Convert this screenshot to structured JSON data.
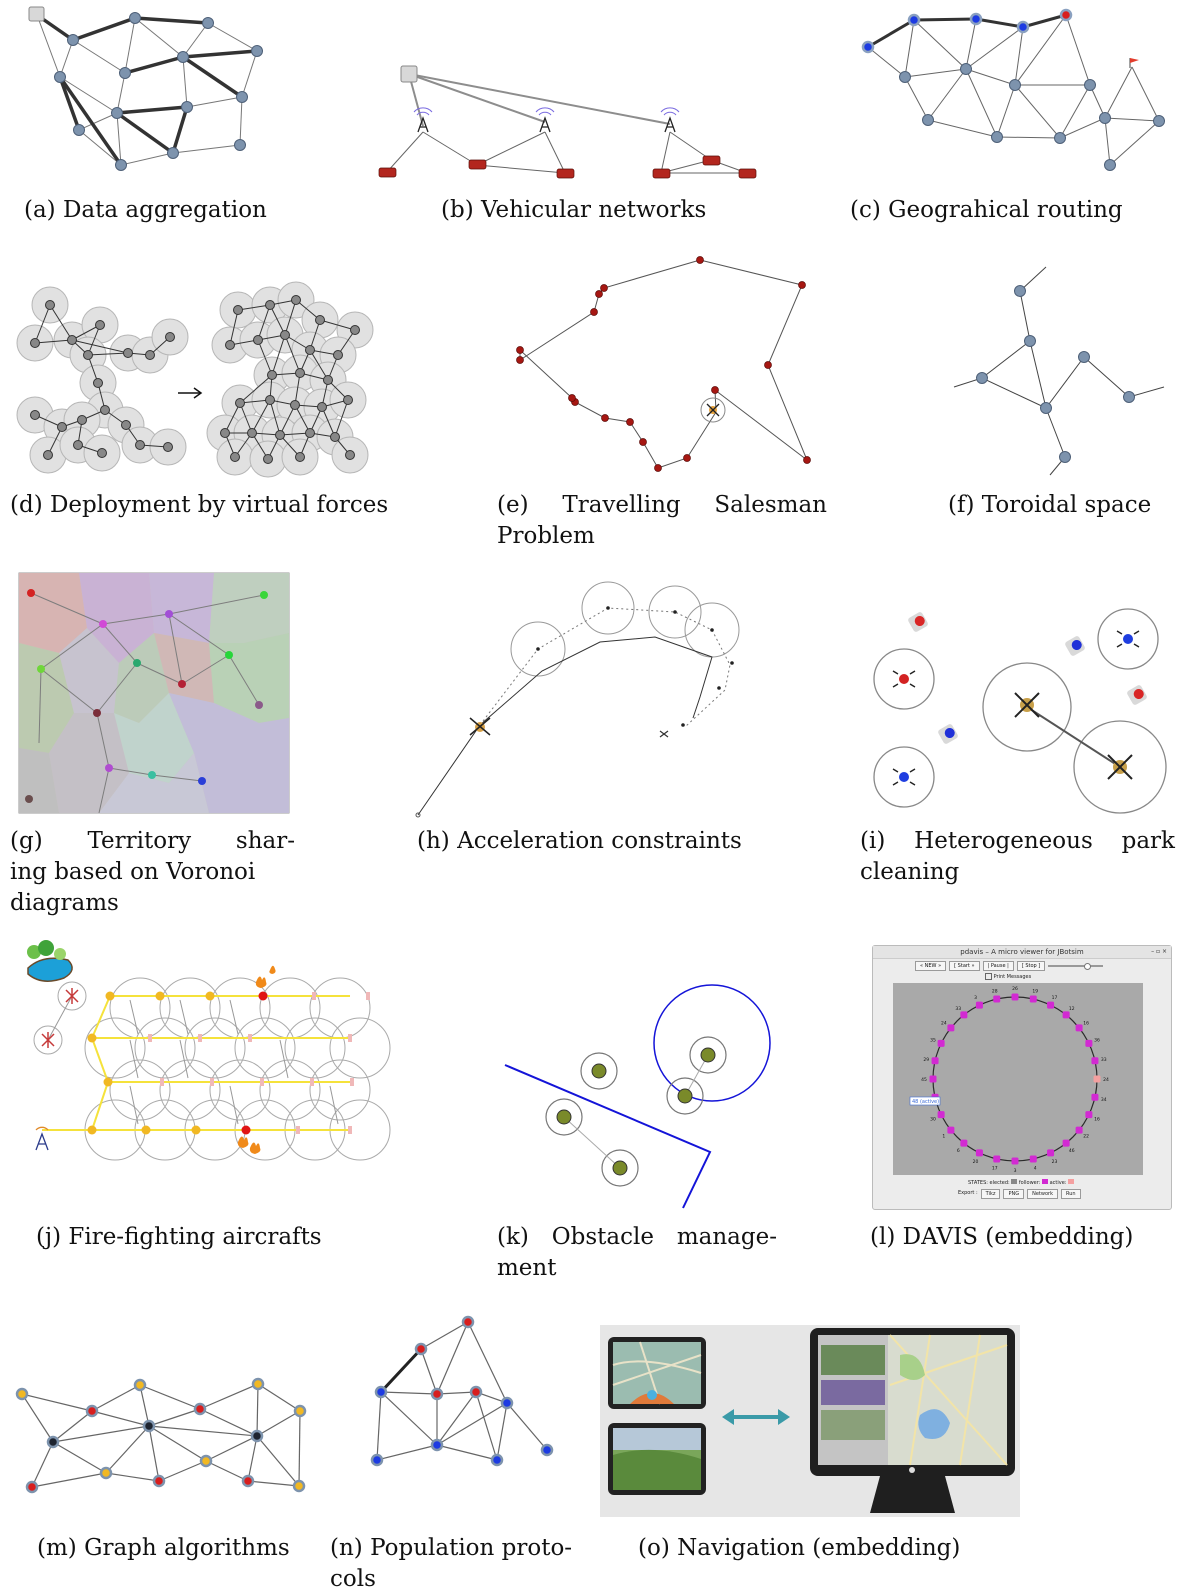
{
  "captions": {
    "a": {
      "tag": "(a)",
      "text": "Data aggregation"
    },
    "b": {
      "tag": "(b)",
      "text": "Vehicular networks"
    },
    "c": {
      "tag": "(c)",
      "text": "Geograhical routing"
    },
    "d": {
      "tag": "(d)",
      "text": "Deployment by virtual forces"
    },
    "e": {
      "tag": "(e)",
      "line1_w1": "Travelling",
      "line1_w2": "Salesman",
      "line2": "Problem"
    },
    "f": {
      "tag": "(f)",
      "text": "Toroidal space"
    },
    "g": {
      "tag": "(g)",
      "line1_w1": "Territory",
      "line1_w2": "shar-",
      "line2": "ing based on Voronoi",
      "line3": "diagrams"
    },
    "h": {
      "tag": "(h)",
      "text": "Acceleration constraints"
    },
    "i": {
      "tag": "(i)",
      "line1_w1": "Heterogeneous",
      "line1_w2": "park",
      "line2": "cleaning"
    },
    "j": {
      "tag": "(j)",
      "text": "Fire-fighting aircrafts"
    },
    "k": {
      "tag": "(k)",
      "line1_w1": "Obstacle",
      "line1_w2": "manage-",
      "line2": "ment"
    },
    "l": {
      "tag": "(l)",
      "text": "DAVIS (embedding)"
    },
    "m": {
      "tag": "(m)",
      "text": "Graph algorithms"
    },
    "n": {
      "tag": "(n)",
      "line1": "Population proto-",
      "line2": "cols"
    },
    "o": {
      "tag": "(o)",
      "text": "Navigation (embedding)"
    }
  },
  "davis": {
    "window_title": "pdavis – A micro viewer for JBotsim",
    "buttons": [
      "« NEW »",
      "[ Start »",
      "| Pause |",
      "[ Stop ]"
    ],
    "checkbox_label": "Print Messages",
    "status_label": "STATES:",
    "elected_label": "elected:",
    "follower_label": "follower:",
    "active_label": "active:",
    "export_label": "Export :",
    "export_buttons": [
      "Tikz",
      "PNG",
      "Network",
      "Run"
    ],
    "tooltip": "48 (active)",
    "ring_labels": [
      "26",
      "19",
      "17",
      "12",
      "16",
      "36",
      "33",
      "24",
      "34",
      "16",
      "22",
      "46",
      "23",
      "4",
      "3",
      "17",
      "20",
      "6",
      "1",
      "30",
      "44",
      "45",
      "29",
      "35",
      "24",
      "33",
      "3",
      "28"
    ]
  },
  "colors": {
    "node_blue": "#7d93ad",
    "node_red": "#d81e1e",
    "node_gold": "#f1b823",
    "node_black": "#1e2430",
    "node_pure_blue": "#1d3be2",
    "davis_magenta": "#d22ad2",
    "davis_bg": "#a9a9a9",
    "fire_yellow": "#f5e23b",
    "arrow_teal": "#3a9aa8"
  }
}
